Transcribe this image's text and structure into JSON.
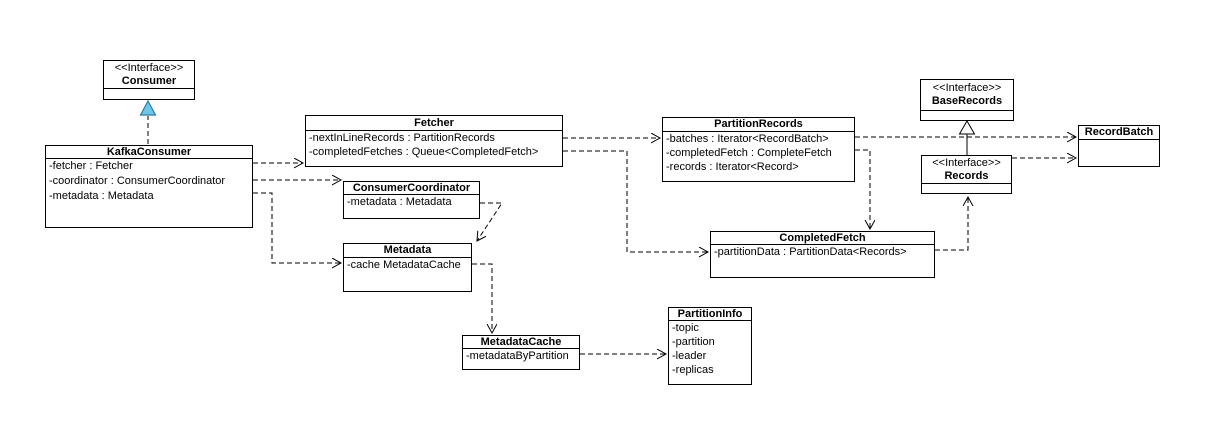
{
  "diagram": {
    "background": "#ffffff",
    "line_color": "#000000",
    "realization_triangle_fill": "#6fc6e8",
    "realization_triangle_stroke": "#2b7da7"
  },
  "classes": {
    "consumer": {
      "stereotype": "<<Interface>>",
      "title": "Consumer",
      "attrs": []
    },
    "kafkaConsumer": {
      "title": "KafkaConsumer",
      "attrs": [
        "-fetcher : Fetcher",
        "-coordinator : ConsumerCoordinator",
        "-metadata : Metadata"
      ]
    },
    "fetcher": {
      "title": "Fetcher",
      "attrs": [
        "-nextInLineRecords : PartitionRecords",
        "-completedFetches : Queue<CompletedFetch>"
      ]
    },
    "consumerCoordinator": {
      "title": "ConsumerCoordinator",
      "attrs": [
        "-metadata : Metadata"
      ]
    },
    "metadata": {
      "title": "Metadata",
      "attrs": [
        "-cache MetadataCache"
      ]
    },
    "partitionRecords": {
      "title": "PartitionRecords",
      "attrs": [
        "-batches : Iterator<RecordBatch>",
        "-completedFetch : CompleteFetch",
        "-records : Iterator<Record>"
      ]
    },
    "baseRecords": {
      "stereotype": "<<Interface>>",
      "title": "BaseRecords",
      "attrs": []
    },
    "records": {
      "stereotype": "<<Interface>>",
      "title": "Records",
      "attrs": []
    },
    "recordBatch": {
      "title": "RecordBatch",
      "attrs": []
    },
    "completedFetch": {
      "title": "CompletedFetch",
      "attrs": [
        "-partitionData : PartitionData<Records>"
      ]
    },
    "metadataCache": {
      "title": "MetadataCache",
      "attrs": [
        "-metadataByPartition"
      ]
    },
    "partitionInfo": {
      "title": "PartitionInfo",
      "attrs": [
        "-topic",
        "-partition",
        "-leader",
        "-replicas"
      ]
    }
  }
}
